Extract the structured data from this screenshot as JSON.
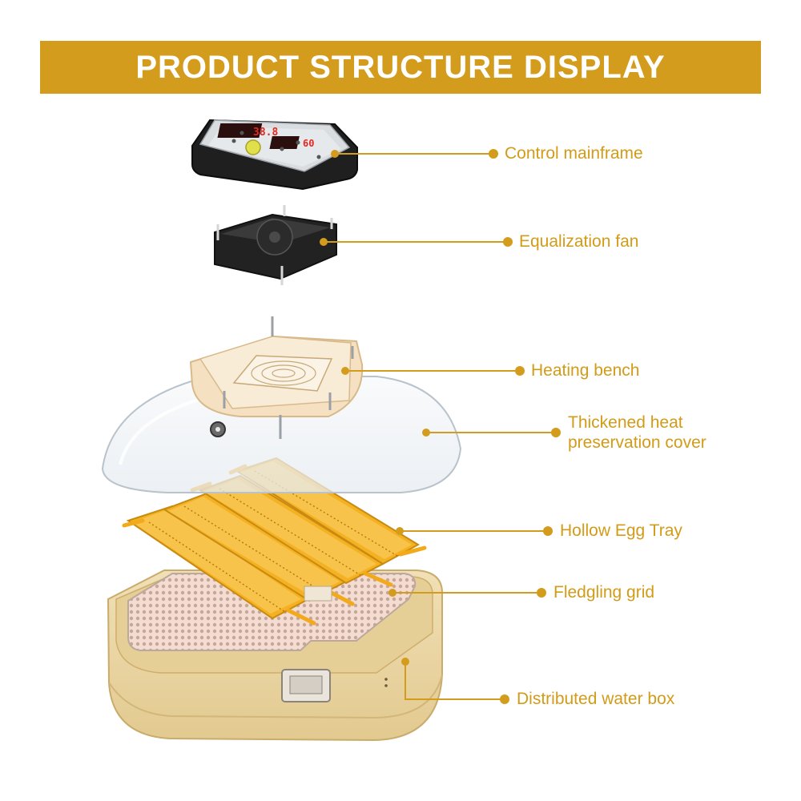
{
  "header": {
    "title": "PRODUCT STRUCTURE DISPLAY"
  },
  "colors": {
    "accent": "#d49c1d",
    "label_text": "#d29b18",
    "banner_text": "#ffffff",
    "tray_orange": "#f4b223",
    "base_beige": "#ecd9a8",
    "controller_black": "#1f1f1f",
    "display_red": "#e5281f"
  },
  "components": [
    {
      "id": "control-mainframe",
      "label": "Control mainframe"
    },
    {
      "id": "equalization-fan",
      "label": "Equalization fan"
    },
    {
      "id": "heating-bench",
      "label": "Heating bench"
    },
    {
      "id": "heat-preservation-cover",
      "label": "Thickened heat preservation cover"
    },
    {
      "id": "hollow-egg-tray",
      "label": "Hollow Egg Tray"
    },
    {
      "id": "fledgling-grid",
      "label": "Fledgling grid"
    },
    {
      "id": "distributed-water-box",
      "label": "Distributed water box"
    }
  ],
  "labels": {
    "control_mainframe": "Control mainframe",
    "equalization_fan": "Equalization fan",
    "heating_bench": "Heating bench",
    "cover_line1": "Thickened heat",
    "cover_line2": "preservation cover",
    "hollow_egg_tray": "Hollow Egg Tray",
    "fledgling_grid": "Fledgling grid",
    "distributed_water_box": "Distributed water box"
  },
  "controller_display": {
    "left_readout": "38.8",
    "right_readout": "60"
  }
}
